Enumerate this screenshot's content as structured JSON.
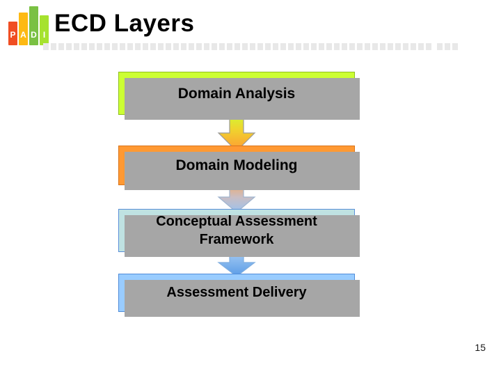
{
  "header": {
    "title": "ECD Layers",
    "logo": {
      "name": "PADI",
      "letters": [
        "P",
        "A",
        "D",
        "I"
      ],
      "bar_colors": [
        "#F04E23",
        "#FDB913",
        "#7AC143",
        "#A6E22E"
      ]
    },
    "rule_color": "#E8E8E8"
  },
  "diagram": {
    "type": "vertical-flow",
    "nodes": [
      {
        "id": "domain-analysis",
        "label": "Domain Analysis",
        "fill": "#CCFF33",
        "border": "#8FBF1F"
      },
      {
        "id": "domain-modeling",
        "label": "Domain Modeling",
        "fill": "#FF9933",
        "border": "#D9741A"
      },
      {
        "id": "conceptual-assessment-framework",
        "label": "Conceptual Assessment Framework",
        "fill": "#BFE2E2",
        "border": "#5A8FD8"
      },
      {
        "id": "assessment-delivery",
        "label": "Assessment Delivery",
        "fill": "#99CCFF",
        "border": "#4F8CD9"
      }
    ],
    "arrows": [
      {
        "id": "arrow-1",
        "from": "domain-analysis",
        "to": "domain-modeling",
        "gradient": [
          "#CCFF33",
          "#FF9933"
        ]
      },
      {
        "id": "arrow-2",
        "from": "domain-modeling",
        "to": "conceptual-assessment-framework",
        "gradient": [
          "#F5B98C",
          "#9FC6F0"
        ]
      },
      {
        "id": "arrow-3",
        "from": "conceptual-assessment-framework",
        "to": "assessment-delivery",
        "gradient": [
          "#A8CDF2",
          "#5A9BE6"
        ]
      }
    ],
    "shadow_color": "#A6A6A6"
  },
  "footer": {
    "page_number": "15"
  }
}
